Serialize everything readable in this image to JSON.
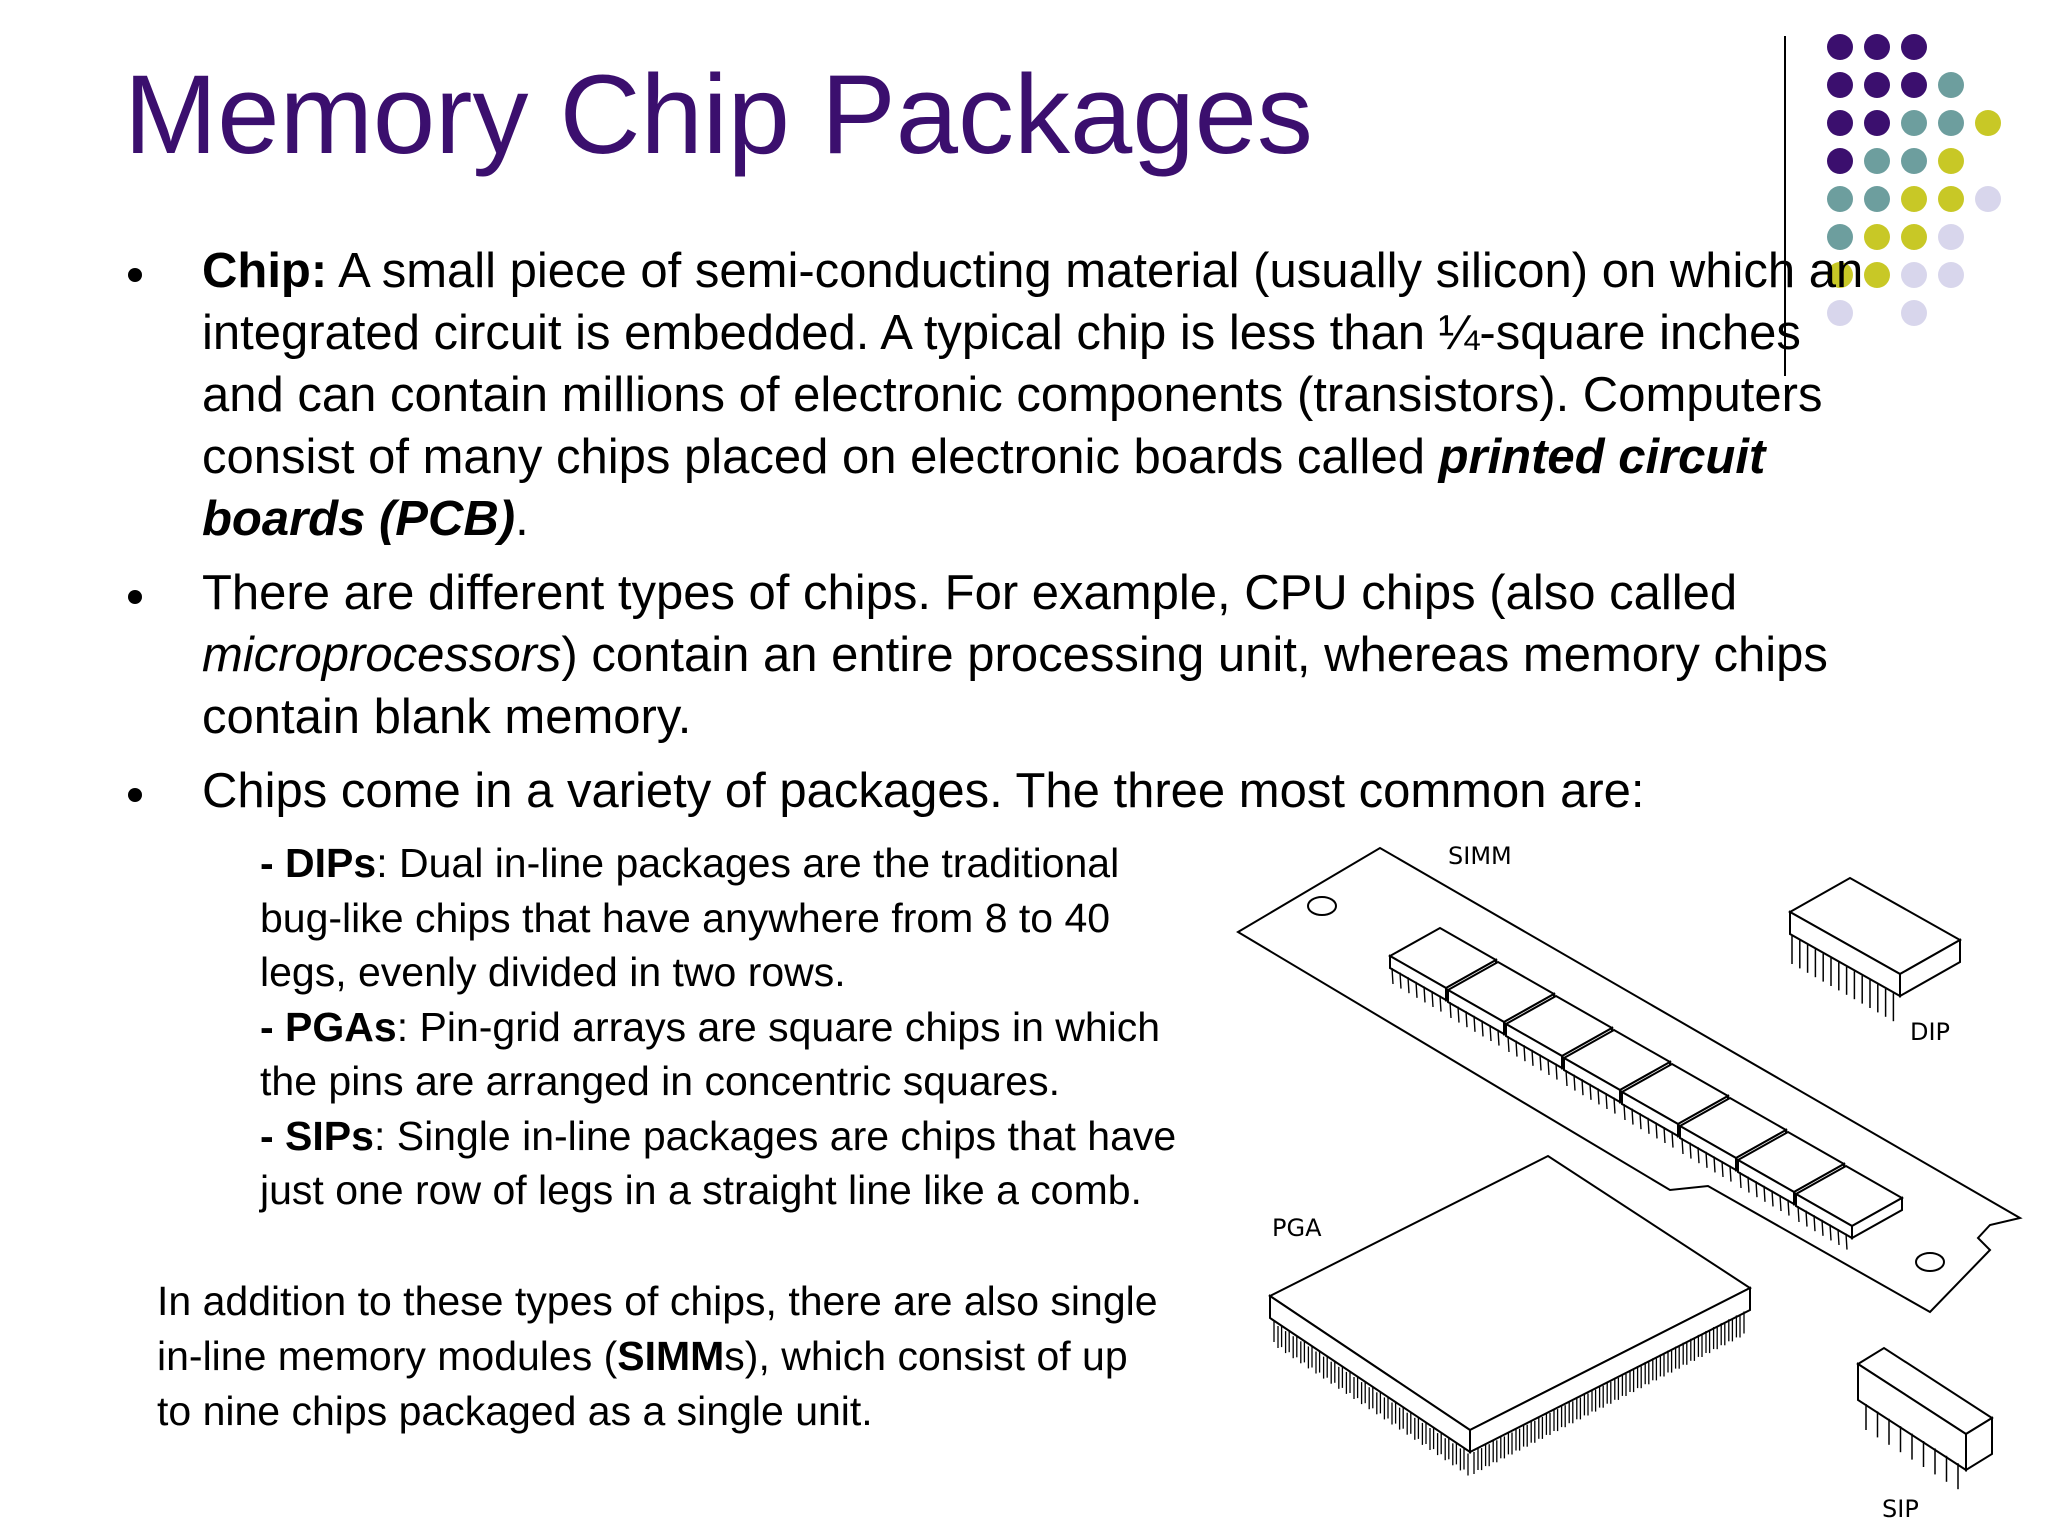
{
  "title": "Memory Chip Packages",
  "bullets": [
    {
      "term": "Chip:",
      "lines": [
        " A small piece of semi-conducting material (usually silicon) on which an",
        "integrated circuit is embedded. A typical chip is less than ¼-square inches",
        "and can contain millions of electronic components (transistors). Computers",
        "consist of many chips placed on electronic boards called "
      ],
      "emph1": "printed circuit",
      "emph2": "boards (PCB)",
      "end": "."
    },
    {
      "line1": "There are different types of chips. For example, CPU chips (also called",
      "italic": "microprocessors",
      "line2_rest": ") contain an entire processing unit, whereas memory chips",
      "line3": "contain blank memory."
    },
    {
      "line1": "Chips come in a variety of packages. The three most common are:"
    }
  ],
  "packages": {
    "dip_prefix": "- ",
    "dip_term": "DIPs",
    "dip_lines": [
      ": Dual in-line packages are the traditional",
      "bug-like chips that have anywhere from 8 to 40",
      "legs, evenly divided in two rows."
    ],
    "pga_prefix": "- ",
    "pga_term": "PGAs",
    "pga_lines": [
      ": Pin-grid arrays are square chips in which",
      "the pins are arranged in concentric squares."
    ],
    "sip_prefix": "- ",
    "sip_term": "SIPs",
    "sip_lines": [
      ": Single in-line packages are chips that have",
      "just one row of legs in a straight line like a comb."
    ]
  },
  "addition": {
    "line1": "In addition to these types of chips, there are also single",
    "line2_before": "in-line memory modules (",
    "line2_bold": "SIMM",
    "line2_after": "s), which consist of up",
    "line3": "to nine chips packaged as a single unit."
  },
  "figure": {
    "simm_label": "SIMM",
    "dip_label": "DIP",
    "pga_label": "PGA",
    "sip_label": "SIP"
  },
  "theme": {
    "title_color": "#3b0f6e",
    "dot_purple": "#3b0f6e",
    "dot_teal": "#6d9e9e",
    "dot_yellow": "#c8c826",
    "dot_lavender": "#d8d6ec"
  }
}
